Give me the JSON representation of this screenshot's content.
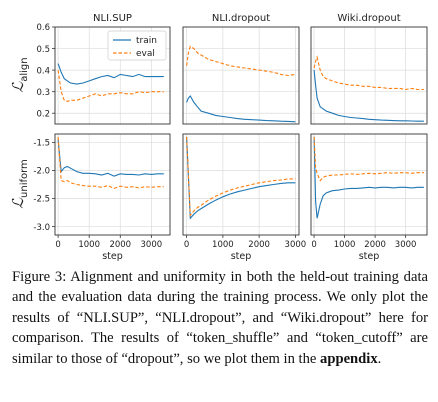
{
  "figure": {
    "panel_titles": [
      "NLI.SUP",
      "NLI.dropout",
      "Wiki.dropout"
    ],
    "row_labels": {
      "align": "align",
      "uniform": "uniform"
    },
    "legend": {
      "train": "train",
      "eval": "eval"
    },
    "xlabel": "step",
    "colors": {
      "train": "#1f77b4",
      "eval": "#ff7f0e"
    }
  },
  "chart_data": [
    {
      "type": "line",
      "title": "NLI.SUP",
      "row": "align",
      "xlabel": "",
      "ylabel": "L_align",
      "xlim": [
        -100,
        3600
      ],
      "ylim": [
        0.15,
        0.6
      ],
      "yticks": [
        0.2,
        0.3,
        0.4,
        0.5,
        0.6
      ],
      "grid": true,
      "legend": "top-right",
      "series": [
        {
          "name": "train",
          "x": [
            0,
            100,
            200,
            300,
            400,
            600,
            800,
            1000,
            1200,
            1400,
            1600,
            1800,
            2000,
            2200,
            2400,
            2600,
            2800,
            3000,
            3200,
            3400
          ],
          "y": [
            0.43,
            0.39,
            0.36,
            0.35,
            0.34,
            0.335,
            0.34,
            0.35,
            0.36,
            0.37,
            0.375,
            0.365,
            0.38,
            0.375,
            0.37,
            0.38,
            0.37,
            0.37,
            0.37,
            0.37
          ]
        },
        {
          "name": "eval",
          "x": [
            0,
            100,
            200,
            300,
            400,
            600,
            800,
            1000,
            1200,
            1400,
            1600,
            1800,
            2000,
            2200,
            2400,
            2600,
            2800,
            3000,
            3200,
            3400
          ],
          "y": [
            0.4,
            0.3,
            0.26,
            0.255,
            0.26,
            0.26,
            0.27,
            0.28,
            0.29,
            0.28,
            0.29,
            0.29,
            0.295,
            0.29,
            0.29,
            0.3,
            0.295,
            0.3,
            0.3,
            0.3
          ]
        }
      ]
    },
    {
      "type": "line",
      "title": "NLI.dropout",
      "row": "align",
      "xlim": [
        -100,
        3100
      ],
      "ylim": [
        0.15,
        0.6
      ],
      "grid": true,
      "series": [
        {
          "name": "train",
          "x": [
            0,
            50,
            100,
            200,
            300,
            400,
            600,
            800,
            1000,
            1200,
            1400,
            1600,
            1800,
            2000,
            2200,
            2400,
            2600,
            2800,
            3000
          ],
          "y": [
            0.25,
            0.27,
            0.28,
            0.25,
            0.23,
            0.21,
            0.2,
            0.19,
            0.185,
            0.18,
            0.175,
            0.172,
            0.17,
            0.168,
            0.166,
            0.165,
            0.163,
            0.162,
            0.16
          ]
        },
        {
          "name": "eval",
          "x": [
            0,
            50,
            100,
            200,
            300,
            400,
            600,
            800,
            1000,
            1200,
            1400,
            1600,
            1800,
            2000,
            2200,
            2400,
            2600,
            2800,
            3000
          ],
          "y": [
            0.42,
            0.48,
            0.51,
            0.5,
            0.48,
            0.47,
            0.45,
            0.44,
            0.43,
            0.42,
            0.415,
            0.41,
            0.405,
            0.4,
            0.395,
            0.39,
            0.38,
            0.375,
            0.38
          ]
        }
      ]
    },
    {
      "type": "line",
      "title": "Wiki.dropout",
      "row": "align",
      "xlim": [
        -100,
        3700
      ],
      "ylim": [
        0.15,
        0.6
      ],
      "grid": true,
      "series": [
        {
          "name": "train",
          "x": [
            0,
            50,
            100,
            200,
            300,
            400,
            600,
            800,
            1000,
            1200,
            1400,
            1600,
            1800,
            2000,
            2200,
            2400,
            2600,
            2800,
            3000,
            3200,
            3400,
            3600
          ],
          "y": [
            0.4,
            0.33,
            0.27,
            0.23,
            0.22,
            0.21,
            0.2,
            0.19,
            0.185,
            0.18,
            0.178,
            0.175,
            0.172,
            0.17,
            0.168,
            0.167,
            0.166,
            0.165,
            0.165,
            0.164,
            0.163,
            0.163
          ]
        },
        {
          "name": "eval",
          "x": [
            0,
            50,
            100,
            200,
            300,
            400,
            600,
            800,
            1000,
            1200,
            1400,
            1600,
            1800,
            2000,
            2200,
            2400,
            2600,
            2800,
            3000,
            3200,
            3400,
            3600
          ],
          "y": [
            0.41,
            0.44,
            0.46,
            0.4,
            0.37,
            0.36,
            0.35,
            0.34,
            0.335,
            0.33,
            0.33,
            0.325,
            0.325,
            0.32,
            0.32,
            0.315,
            0.315,
            0.315,
            0.31,
            0.315,
            0.31,
            0.31
          ]
        }
      ]
    },
    {
      "type": "line",
      "title": "",
      "row": "uniform",
      "xlabel": "step",
      "ylabel": "L_uniform",
      "xlim": [
        -100,
        3600
      ],
      "ylim": [
        -3.15,
        -1.35
      ],
      "yticks": [
        -3.0,
        -2.5,
        -2.0,
        -1.5
      ],
      "xticks": [
        0,
        1000,
        2000,
        3000
      ],
      "grid": true,
      "series": [
        {
          "name": "train",
          "x": [
            0,
            100,
            200,
            300,
            400,
            600,
            800,
            1000,
            1200,
            1400,
            1600,
            1800,
            2000,
            2200,
            2400,
            2600,
            2800,
            3000,
            3200,
            3400
          ],
          "y": [
            -1.45,
            -2.02,
            -1.95,
            -1.93,
            -1.96,
            -2.02,
            -2.05,
            -2.05,
            -2.06,
            -2.08,
            -2.05,
            -2.1,
            -2.06,
            -2.07,
            -2.07,
            -2.08,
            -2.06,
            -2.07,
            -2.06,
            -2.06
          ]
        },
        {
          "name": "eval",
          "x": [
            0,
            100,
            200,
            300,
            400,
            600,
            800,
            1000,
            1200,
            1400,
            1600,
            1800,
            2000,
            2200,
            2400,
            2600,
            2800,
            3000,
            3200,
            3400
          ],
          "y": [
            -1.4,
            -2.18,
            -2.2,
            -2.18,
            -2.22,
            -2.25,
            -2.27,
            -2.28,
            -2.28,
            -2.3,
            -2.27,
            -2.32,
            -2.28,
            -2.3,
            -2.29,
            -2.31,
            -2.29,
            -2.3,
            -2.29,
            -2.29
          ]
        }
      ]
    },
    {
      "type": "line",
      "title": "",
      "row": "uniform",
      "xlabel": "step",
      "xlim": [
        -100,
        3100
      ],
      "ylim": [
        -3.15,
        -1.35
      ],
      "xticks": [
        0,
        1000,
        2000,
        3000
      ],
      "grid": true,
      "series": [
        {
          "name": "train",
          "x": [
            0,
            100,
            200,
            300,
            400,
            600,
            800,
            1000,
            1200,
            1400,
            1600,
            1800,
            2000,
            2200,
            2400,
            2600,
            2800,
            3000
          ],
          "y": [
            -1.4,
            -2.85,
            -2.78,
            -2.72,
            -2.68,
            -2.6,
            -2.53,
            -2.47,
            -2.42,
            -2.38,
            -2.35,
            -2.32,
            -2.29,
            -2.27,
            -2.25,
            -2.23,
            -2.22,
            -2.22
          ]
        },
        {
          "name": "eval",
          "x": [
            0,
            100,
            200,
            300,
            400,
            600,
            800,
            1000,
            1200,
            1400,
            1600,
            1800,
            2000,
            2200,
            2400,
            2600,
            2800,
            3000
          ],
          "y": [
            -1.4,
            -2.8,
            -2.72,
            -2.66,
            -2.62,
            -2.53,
            -2.46,
            -2.4,
            -2.35,
            -2.31,
            -2.28,
            -2.25,
            -2.22,
            -2.2,
            -2.18,
            -2.17,
            -2.15,
            -2.15
          ]
        }
      ]
    },
    {
      "type": "line",
      "title": "",
      "row": "uniform",
      "xlabel": "step",
      "xlim": [
        -100,
        3700
      ],
      "ylim": [
        -3.15,
        -1.35
      ],
      "xticks": [
        0,
        1000,
        2000,
        3000
      ],
      "grid": true,
      "series": [
        {
          "name": "train",
          "x": [
            0,
            50,
            100,
            200,
            300,
            400,
            600,
            800,
            1000,
            1200,
            1400,
            1600,
            1800,
            2000,
            2200,
            2400,
            2600,
            2800,
            3000,
            3200,
            3400,
            3600
          ],
          "y": [
            -1.4,
            -2.55,
            -2.85,
            -2.6,
            -2.45,
            -2.4,
            -2.36,
            -2.35,
            -2.33,
            -2.32,
            -2.32,
            -2.31,
            -2.3,
            -2.31,
            -2.3,
            -2.3,
            -2.31,
            -2.3,
            -2.3,
            -2.31,
            -2.3,
            -2.3
          ]
        },
        {
          "name": "eval",
          "x": [
            0,
            50,
            100,
            200,
            300,
            400,
            600,
            800,
            1000,
            1200,
            1400,
            1600,
            1800,
            2000,
            2200,
            2400,
            2600,
            2800,
            3000,
            3200,
            3400,
            3600
          ],
          "y": [
            -1.4,
            -1.95,
            -2.05,
            -2.18,
            -2.12,
            -2.1,
            -2.08,
            -2.08,
            -2.07,
            -2.06,
            -2.07,
            -2.06,
            -2.05,
            -2.06,
            -2.05,
            -2.04,
            -2.05,
            -2.04,
            -2.04,
            -2.05,
            -2.04,
            -2.04
          ]
        }
      ]
    }
  ],
  "caption": {
    "lead": "Figure 3: Alignment and uniformity in both the held-out training data and the evaluation data during the training process. We only plot the results of “NLI.SUP”, “NLI.dropout”, and “Wiki.dropout” here for comparison. The results of “token_shuffle” and “token_cutoff” are similar to those of “dropout”, so we plot them in the",
    "bold": "appendix",
    "tail": "."
  }
}
